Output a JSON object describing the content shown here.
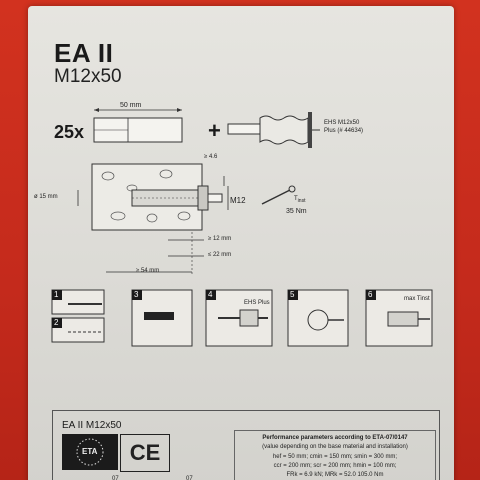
{
  "product": {
    "title": "EA II",
    "model": "M12x50",
    "quantity": "25x",
    "plus": "+"
  },
  "diagram": {
    "length": "50 mm",
    "tool_name": "EHS M12x50",
    "tool_plus": "Plus (# 44634)",
    "wall_dia": "≥ 4.6",
    "bore_dia": "ø 15 mm",
    "thread": "M12",
    "torque_label": "T",
    "torque_sub": "inst",
    "torque": "35 Nm",
    "depth_min": "≥ 12 mm",
    "depth_max": "≤ 22 mm",
    "total_min": "≥ 54 mm"
  },
  "steps": [
    {
      "num": "1"
    },
    {
      "num": "2"
    },
    {
      "num": "3"
    },
    {
      "num": "4",
      "tool": "EHS Plus"
    },
    {
      "num": "5"
    },
    {
      "num": "6",
      "note": "max Tinst"
    }
  ],
  "footer": {
    "title": "EA II M12x50",
    "eta_label": "ETA",
    "ce": "CE",
    "perf_1": "Performance parameters according to ETA-07/0147",
    "perf_2": "(value depending on the base material and installation)",
    "perf_3": "hef = 50 mm; cmin = 150 mm; smin = 300 mm;",
    "perf_4": "ccr = 200 mm; scr = 200 mm; hmin = 100 mm;",
    "perf_5": "FRk = 6.9 kN; MRk = 52.0 105.0 Nm",
    "code_a": "07",
    "code_b": "07"
  }
}
